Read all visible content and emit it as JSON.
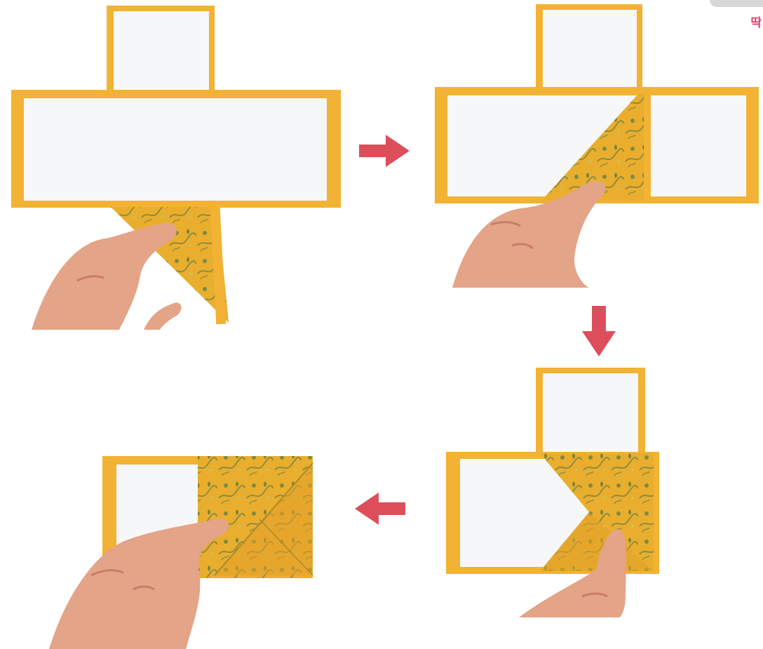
{
  "corner_label": "딱",
  "colors": {
    "paper_border": "#f2b233",
    "paper_inner": "#f5f6f8",
    "pattern_base": "#e8ad2c",
    "pattern_vine": "#8c8a3c",
    "arrow": "#dc4e5a",
    "skin": "#e3a488",
    "skin_shadow": "#c97c66"
  },
  "steps": [
    {
      "name": "step-1",
      "description_icon": "folded-paper-photo"
    },
    {
      "name": "step-2",
      "description_icon": "folded-paper-photo"
    },
    {
      "name": "step-3",
      "description_icon": "folded-paper-photo"
    },
    {
      "name": "step-4",
      "description_icon": "folded-paper-photo"
    }
  ],
  "arrows": [
    "arrow-right-icon",
    "arrow-down-icon",
    "arrow-left-icon"
  ]
}
